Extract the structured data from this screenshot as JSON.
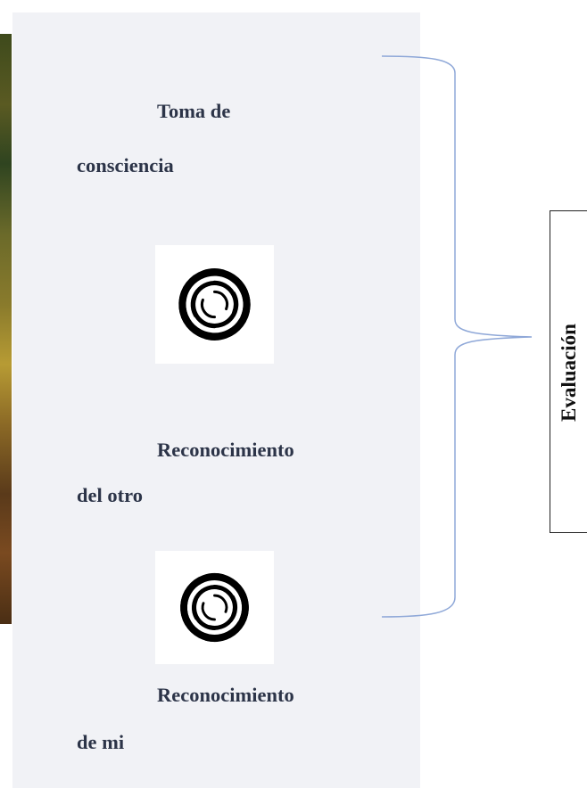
{
  "labels": {
    "toma_line1": "Toma de",
    "toma_line2": "consciencia",
    "otro_line1": "Reconocimiento",
    "otro_line2": "del otro",
    "mi_line1": "Reconocimiento",
    "mi_line2": "de mi"
  },
  "evaluation_label": "Evaluación",
  "icons": [
    "spiral-icon",
    "spiral-icon"
  ],
  "colors": {
    "panel_background": "#f1f2f6",
    "label_text": "#2c3448",
    "brace_line": "#8fa8d8",
    "spiral": "#000000"
  }
}
